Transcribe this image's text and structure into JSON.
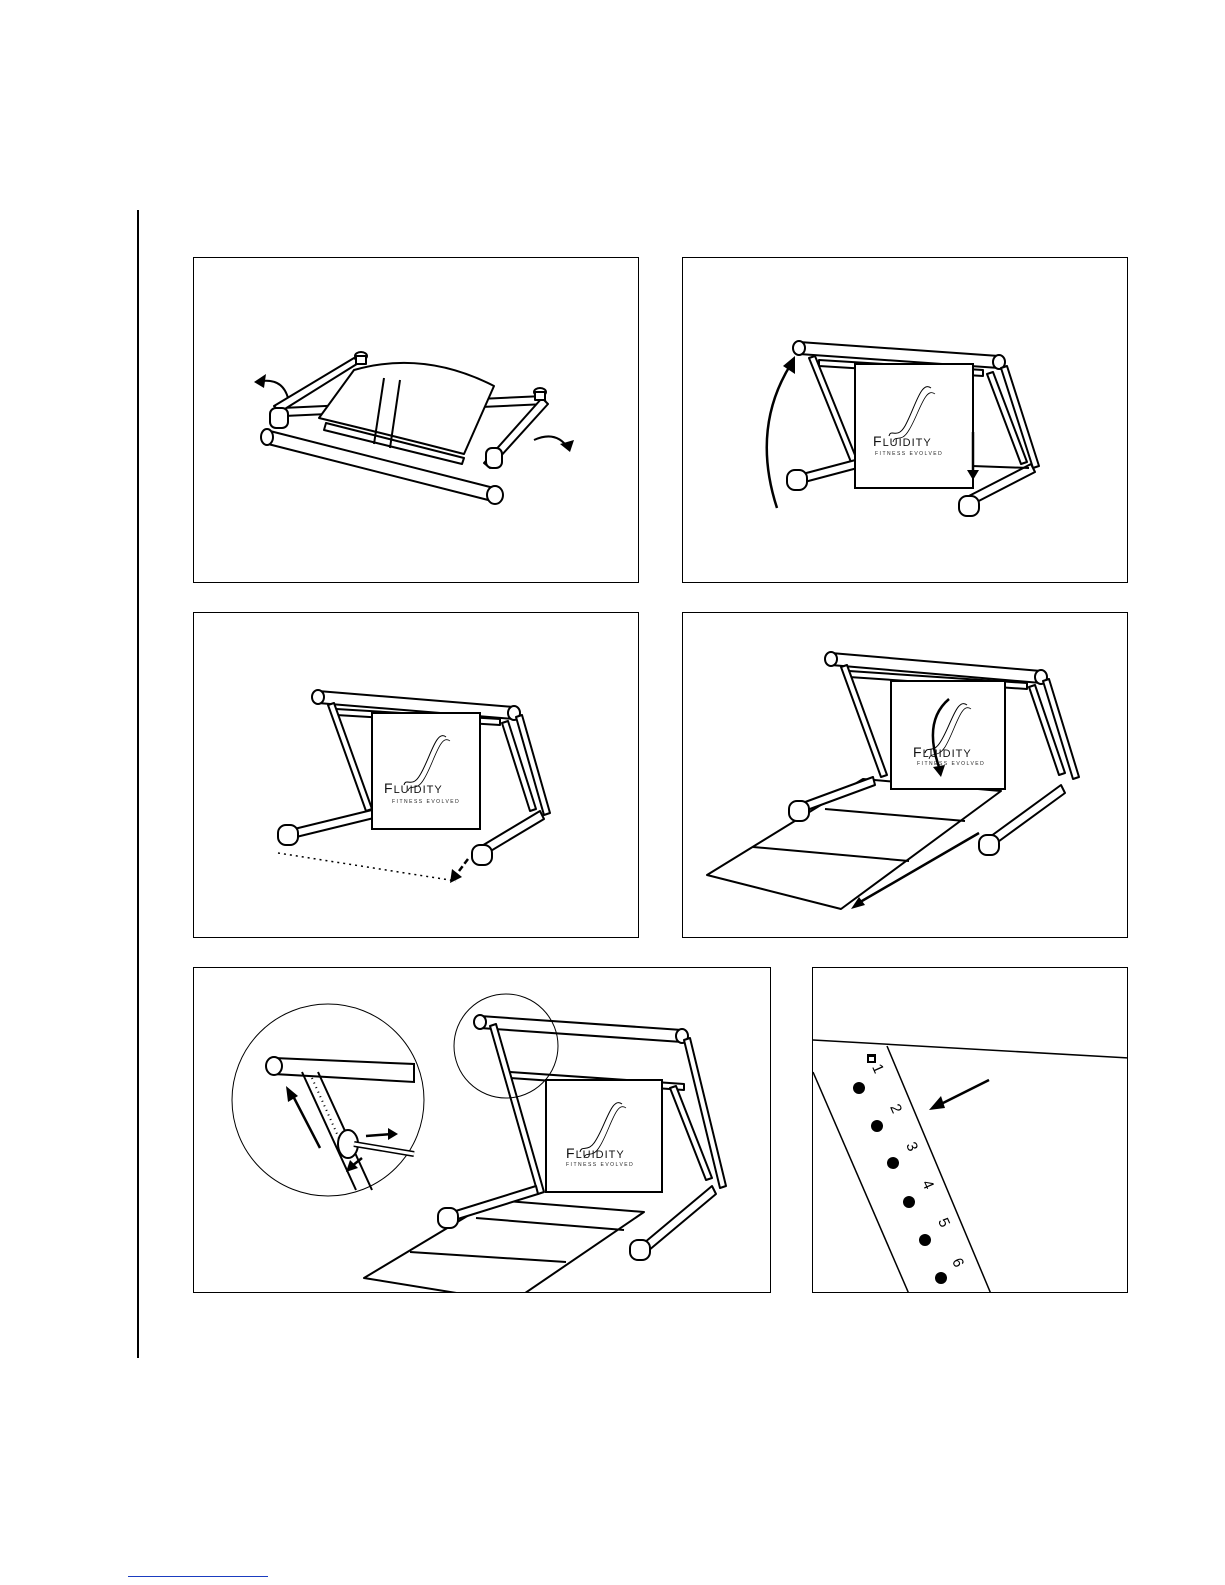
{
  "logo": {
    "name_initial": "F",
    "name_rest": "LUIDITY",
    "reg_mark": "®",
    "tagline": "FITNESS EVOLVED"
  },
  "panels": [
    {
      "step": "unfold-frame"
    },
    {
      "step": "raise-frame"
    },
    {
      "step": "extend-base"
    },
    {
      "step": "lower-mat"
    },
    {
      "step": "adjust-height"
    },
    {
      "step": "height-positions"
    }
  ],
  "height_scale": {
    "icon": "lock-icon",
    "positions": [
      "1",
      "2",
      "3",
      "4",
      "5",
      "6"
    ]
  },
  "icons": [
    "curved-arrow-icon",
    "down-arrow-icon",
    "slide-arrow-icon",
    "pointer-arrow-icon"
  ]
}
